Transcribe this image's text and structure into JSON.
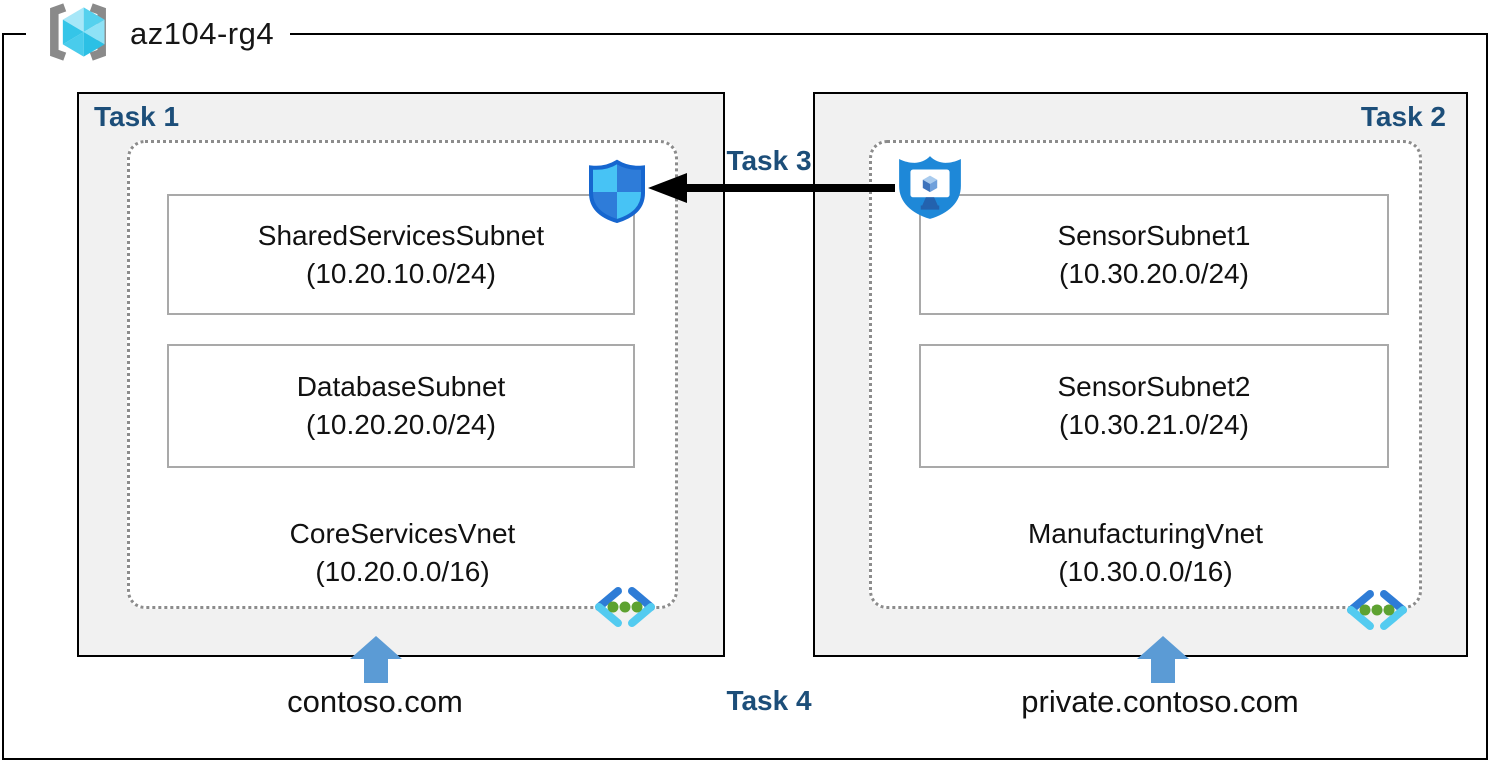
{
  "resource_group": {
    "name": "az104-rg4",
    "icon": "azure-resource-group-icon"
  },
  "tasks": {
    "task1": "Task 1",
    "task2": "Task 2",
    "task3": "Task 3",
    "task4": "Task 4"
  },
  "vnets": [
    {
      "task_label": "Task 1",
      "name": "CoreServicesVnet",
      "address_space": "(10.20.0.0/16)",
      "dns_zone": "contoso.com",
      "subnets": [
        {
          "name": "SharedServicesSubnet",
          "cidr": "(10.20.10.0/24)"
        },
        {
          "name": "DatabaseSubnet",
          "cidr": "(10.20.20.0/24)"
        }
      ]
    },
    {
      "task_label": "Task 2",
      "name": "ManufacturingVnet",
      "address_space": "(10.30.0.0/16)",
      "dns_zone": "private.contoso.com",
      "subnets": [
        {
          "name": "SensorSubnet1",
          "cidr": "(10.30.20.0/24)"
        },
        {
          "name": "SensorSubnet2",
          "cidr": "(10.30.21.0/24)"
        }
      ]
    }
  ],
  "connection": {
    "task_label": "Task 3",
    "from_icon": "application-security-group-icon",
    "to_icon": "network-security-group-icon",
    "direction": "right-to-left"
  },
  "dns_task_label": "Task 4",
  "icons": {
    "resource_group": "cube-in-brackets",
    "network_security_group": "quadrant-shield",
    "application_security_group": "shield-with-monitor-cube",
    "virtual_network": "chevrons-with-three-dots",
    "dns_pointer": "up-arrow"
  },
  "colors": {
    "task_label": "#1C4E79",
    "group_fill": "#F1F1F1",
    "group_border": "#000000",
    "vnet_dotted_border": "#8C8C8C",
    "subnet_border": "#A9A9A9",
    "subnet_fill": "#FFFFFF",
    "dns_arrow": "#5B9BD5",
    "connection_arrow": "#000000",
    "nsg_light": "#47C3F5",
    "nsg_dark": "#2E7CD9",
    "nsg_outline": "#1666CF",
    "asg_fill": "#1E88D8",
    "vnet_icon_dark": "#2E7CD6",
    "vnet_icon_light": "#53CBF0",
    "vnet_icon_dot": "#5DA231",
    "rg_bracket_gray": "#8A8A8A"
  }
}
